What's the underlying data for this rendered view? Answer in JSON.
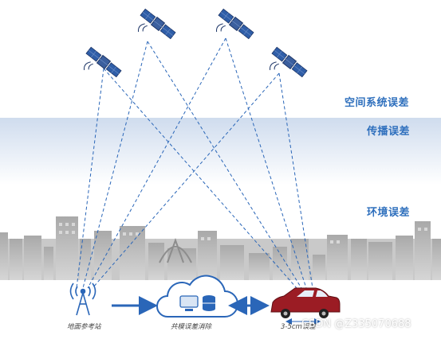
{
  "bands": {
    "space": "空间系统误差",
    "propagation": "传播误差",
    "environment": "环境误差"
  },
  "nodes": {
    "ground_station": "地面参考站",
    "cloud": "共模误差消除",
    "vehicle": "3-5cm误差"
  },
  "watermark": "CSDN @Z335070688",
  "colors": {
    "label_blue": "#2e6fbd",
    "arrow_blue": "#2a66b8",
    "sky_band": "#dfe9f5",
    "car_red": "#9b1c24"
  },
  "icons": [
    "satellite-icon",
    "antenna-tower-icon",
    "cloud-server-icon",
    "car-icon"
  ]
}
